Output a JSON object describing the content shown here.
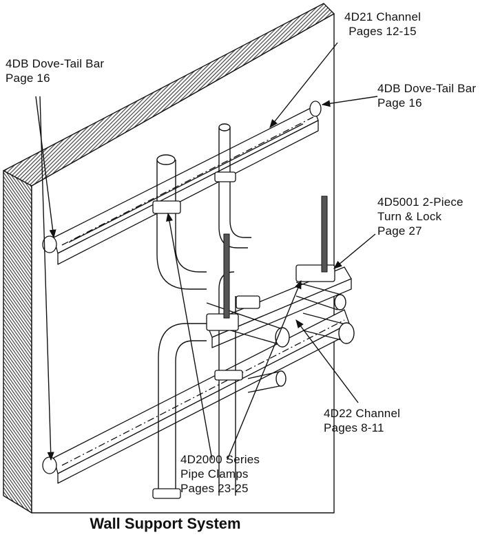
{
  "callouts": {
    "channel_4d21": {
      "line1": "4D21 Channel",
      "line2": "Pages 12-15"
    },
    "dovetail_left": {
      "line1": "4DB Dove-Tail Bar",
      "line2": "Page 16"
    },
    "dovetail_right": {
      "line1": "4DB Dove-Tail Bar",
      "line2": "Page 16"
    },
    "turn_lock": {
      "line1": "4D5001 2-Piece",
      "line2": "Turn & Lock",
      "line3": "Page 27"
    },
    "channel_4d22": {
      "line1": "4D22 Channel",
      "line2": "Pages 8-11"
    },
    "pipe_clamps": {
      "line1": "4D2000 Series",
      "line2": "Pipe Clamps",
      "line3": "Pages 23-25"
    }
  },
  "caption": "Wall Support System",
  "colors": {
    "ink": "#111111",
    "paper": "#ffffff",
    "hatch": "#555555"
  }
}
